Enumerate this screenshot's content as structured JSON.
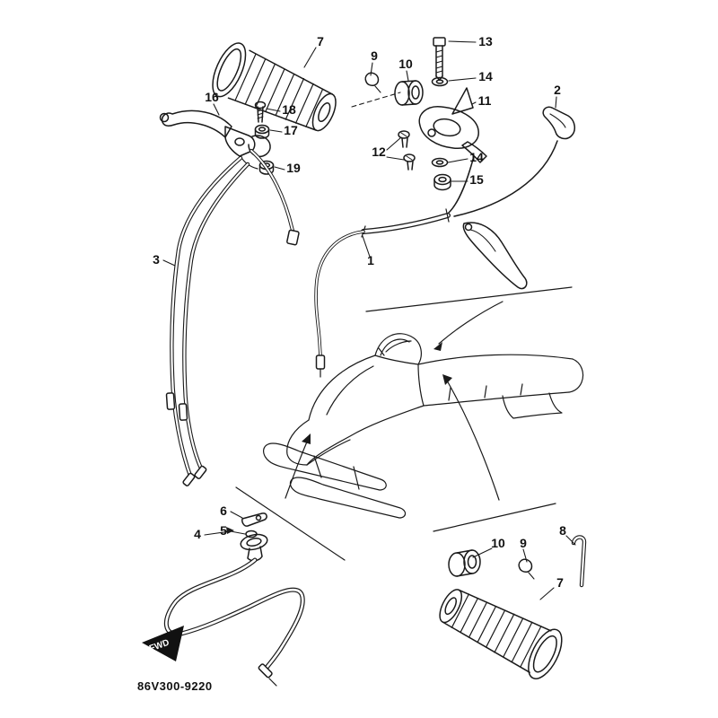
{
  "diagram": {
    "part_code": "86V300-9220",
    "fwd_label": "FWD",
    "callouts": {
      "throttle_cable": "1",
      "cable_holder": "2",
      "brake_cable": "3",
      "starter_cable_assy": "4",
      "starter_washer": "5",
      "starter_lever": "6",
      "grip_top": "7",
      "grip_bottom": "7",
      "rod": "8",
      "clip_top": "9",
      "clip_bottom": "9",
      "collar_top": "10",
      "collar_bottom": "10",
      "throttle_housing": "11",
      "housing_screws": "12",
      "bolt": "13",
      "washer_upper": "14",
      "washer_lower": "14",
      "nut_lower": "15",
      "brake_lever": "16",
      "lever_nut": "17",
      "lever_screw": "18",
      "clamp_nut": "19"
    }
  }
}
